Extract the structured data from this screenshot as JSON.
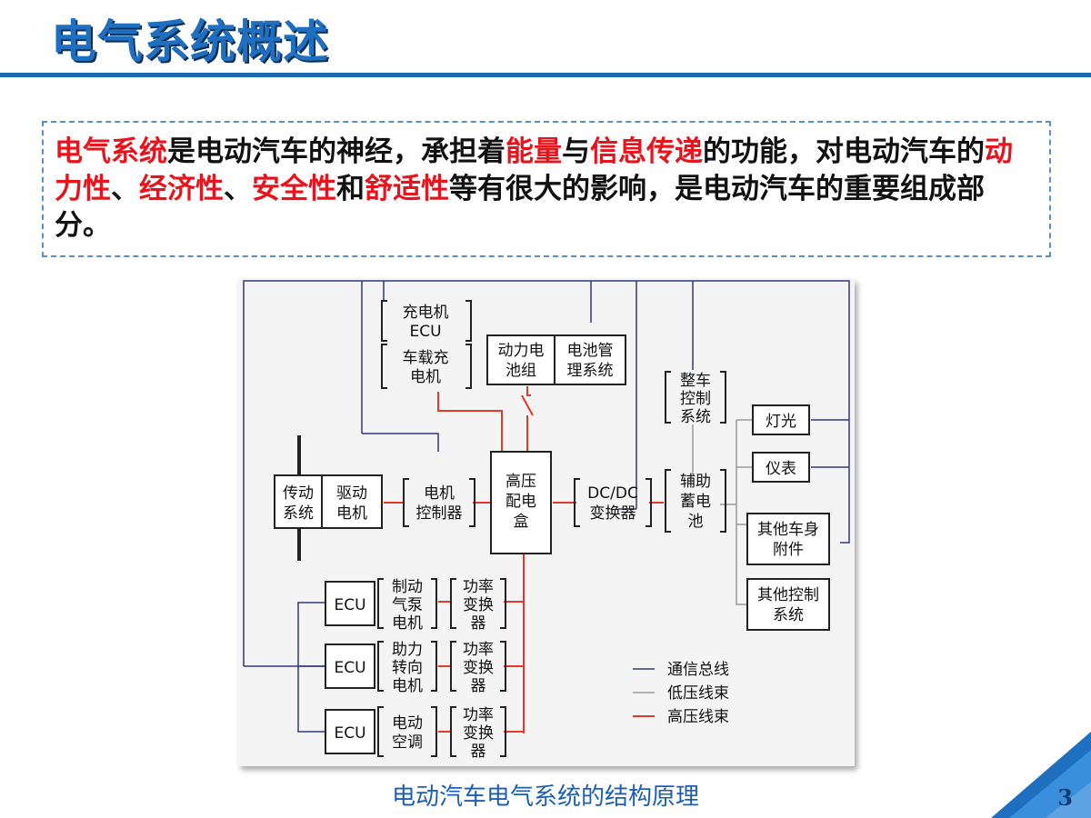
{
  "header": {
    "title": "电气系统概述"
  },
  "intro": {
    "segments": [
      {
        "text": "电气系统",
        "hl": true
      },
      {
        "text": "是电动汽车的神经，承担着",
        "hl": false
      },
      {
        "text": "能量",
        "hl": true
      },
      {
        "text": "与",
        "hl": false
      },
      {
        "text": "信息传递",
        "hl": true
      },
      {
        "text": "的功能，对电动汽车的",
        "hl": false
      },
      {
        "text": "动力性",
        "hl": true
      },
      {
        "text": "、",
        "hl": false
      },
      {
        "text": "经济性",
        "hl": true
      },
      {
        "text": "、",
        "hl": false
      },
      {
        "text": "安全性",
        "hl": true
      },
      {
        "text": "和",
        "hl": false
      },
      {
        "text": "舒适性",
        "hl": true
      },
      {
        "text": "等有很大的影响，是电动汽车的重要组成部分。",
        "hl": false
      }
    ]
  },
  "diagram": {
    "charger_ecu": [
      "充电机",
      "ECU"
    ],
    "onboard_charger": [
      "车载充",
      "电机"
    ],
    "battery_pack": [
      "动力电",
      "池组"
    ],
    "bms": [
      "电池管",
      "理系统"
    ],
    "vcu": [
      "整车",
      "控制",
      "系统"
    ],
    "lights": "灯光",
    "instruments": "仪表",
    "transmission": [
      "传动",
      "系统"
    ],
    "drive_motor": [
      "驱动",
      "电机"
    ],
    "motor_controller": [
      "电机",
      "控制器"
    ],
    "hv_box": [
      "高压",
      "配电",
      "盒"
    ],
    "dcdc": [
      "DC/DC",
      "变换器"
    ],
    "aux_battery": [
      "辅助",
      "蓄电",
      "池"
    ],
    "body_accessories": [
      "其他车身",
      "附件"
    ],
    "other_control": [
      "其他控制",
      "系统"
    ],
    "ecu_label": "ECU",
    "brake_pump": [
      "制动",
      "气泵",
      "电机"
    ],
    "steering_motor": [
      "助力",
      "转向",
      "电机"
    ],
    "ac": [
      "电动",
      "空调"
    ],
    "power_converter": [
      "功率",
      "变换",
      "器"
    ],
    "legend": [
      "通信总线",
      "低压线束",
      "高压线束"
    ],
    "colors": {
      "comm": "#2e3a7a",
      "low": "#999999",
      "high": "#e23a2a"
    }
  },
  "caption": "电动汽车电气系统的结构原理",
  "page_number": "3"
}
